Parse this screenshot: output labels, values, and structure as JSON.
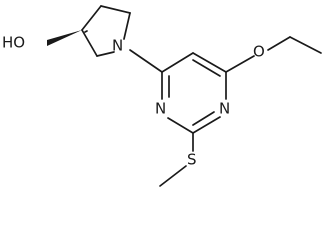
{
  "molecule": {
    "labels": {
      "hydroxyl": "HO",
      "pyrrolidine_n": "N",
      "ether_o": "O",
      "pyrimidine_n3": "N",
      "pyrimidine_n1": "N",
      "thioether_s": "S"
    },
    "stereocenter": "wedge-bond"
  }
}
